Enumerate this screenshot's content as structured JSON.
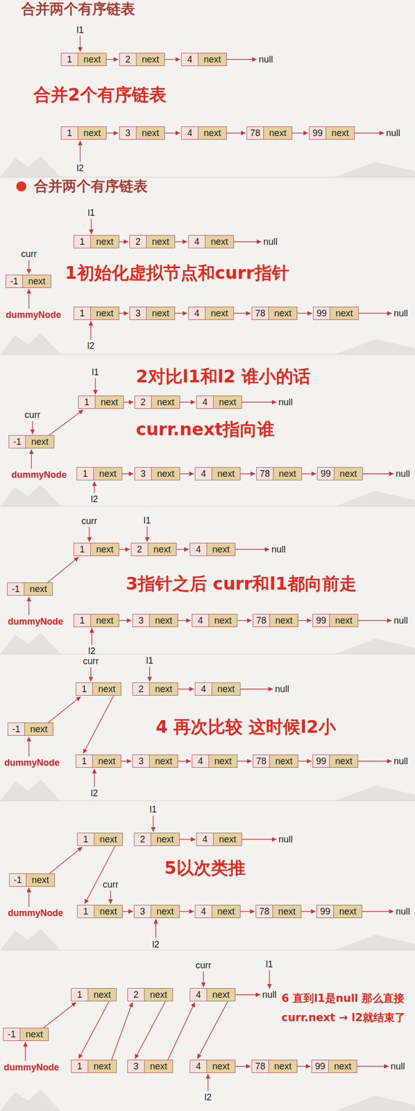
{
  "diagram": {
    "nodes": [
      {
        "text": [
          "1",
          "next"
        ]
      },
      {
        "text": [
          "2",
          "next"
        ]
      },
      {
        "text": [
          "4",
          "next"
        ]
      },
      {
        "text": [
          "1",
          "next"
        ]
      },
      {
        "text": [
          "3",
          "next"
        ]
      },
      {
        "text": [
          "4",
          "next"
        ]
      },
      {
        "text": [
          "78",
          "next"
        ]
      },
      {
        "text": [
          "99",
          "next"
        ]
      },
      {
        "text": [
          "1",
          "next"
        ]
      },
      {
        "text": [
          "2",
          "next"
        ]
      },
      {
        "text": [
          "4",
          "next"
        ]
      },
      {
        "text": [
          "-1",
          "next"
        ]
      },
      {
        "text": [
          "1",
          "next"
        ]
      },
      {
        "text": [
          "3",
          "next"
        ]
      },
      {
        "text": [
          "4",
          "next"
        ]
      },
      {
        "text": [
          "78",
          "next"
        ]
      },
      {
        "text": [
          "99",
          "next"
        ]
      },
      {
        "text": [
          "1",
          "next"
        ]
      },
      {
        "text": [
          "2",
          "next"
        ]
      },
      {
        "text": [
          "4",
          "next"
        ]
      },
      {
        "text": [
          "-1",
          "next"
        ]
      },
      {
        "text": [
          "1",
          "next"
        ]
      },
      {
        "text": [
          "3",
          "next"
        ]
      },
      {
        "text": [
          "4",
          "next"
        ]
      },
      {
        "text": [
          "78",
          "next"
        ]
      },
      {
        "text": [
          "99",
          "next"
        ]
      },
      {
        "text": [
          "1",
          "next"
        ]
      },
      {
        "text": [
          "2",
          "next"
        ]
      },
      {
        "text": [
          "4",
          "next"
        ]
      },
      {
        "text": [
          "-1",
          "next"
        ]
      },
      {
        "text": [
          "1",
          "next"
        ]
      },
      {
        "text": [
          "3",
          "next"
        ]
      },
      {
        "text": [
          "4",
          "next"
        ]
      },
      {
        "text": [
          "78",
          "next"
        ]
      },
      {
        "text": [
          "99",
          "next"
        ]
      },
      {
        "text": [
          "1",
          "next"
        ]
      },
      {
        "text": [
          "2",
          "next"
        ]
      },
      {
        "text": [
          "4",
          "next"
        ]
      },
      {
        "text": [
          "-1",
          "next"
        ]
      },
      {
        "text": [
          "1",
          "next"
        ]
      },
      {
        "text": [
          "3",
          "next"
        ]
      },
      {
        "text": [
          "4",
          "next"
        ]
      },
      {
        "text": [
          "78",
          "next"
        ]
      },
      {
        "text": [
          "99",
          "next"
        ]
      },
      {
        "text": [
          "1",
          "next"
        ]
      },
      {
        "text": [
          "2",
          "next"
        ]
      },
      {
        "text": [
          "4",
          "next"
        ]
      },
      {
        "text": [
          "-1",
          "next"
        ]
      },
      {
        "text": [
          "1",
          "next"
        ]
      },
      {
        "text": [
          "3",
          "next"
        ]
      },
      {
        "text": [
          "4",
          "next"
        ]
      },
      {
        "text": [
          "78",
          "next"
        ]
      },
      {
        "text": [
          "99",
          "next"
        ]
      },
      {
        "text": [
          "1",
          "next"
        ]
      },
      {
        "text": [
          "2",
          "next"
        ]
      },
      {
        "text": [
          "4",
          "next"
        ]
      },
      {
        "text": [
          "-1",
          "next"
        ]
      },
      {
        "text": [
          "1",
          "next"
        ]
      },
      {
        "text": [
          "3",
          "next"
        ]
      },
      {
        "text": [
          "4",
          "next"
        ]
      },
      {
        "text": [
          "78",
          "next"
        ]
      },
      {
        "text": [
          "99",
          "next"
        ]
      }
    ],
    "edges": [
      {
        "from": 0,
        "to": 1,
        "arrow": "to"
      },
      {
        "from": 1,
        "to": 2,
        "arrow": "to"
      },
      {
        "from": 3,
        "to": 4,
        "arrow": "to"
      },
      {
        "from": 4,
        "to": 5,
        "arrow": "to"
      },
      {
        "from": 5,
        "to": 6,
        "arrow": "to"
      },
      {
        "from": 6,
        "to": 7,
        "arrow": "to"
      },
      {
        "from": 8,
        "to": 9,
        "arrow": "to"
      },
      {
        "from": 9,
        "to": 10,
        "arrow": "to"
      },
      {
        "from": 12,
        "to": 13,
        "arrow": "to"
      },
      {
        "from": 13,
        "to": 14,
        "arrow": "to"
      },
      {
        "from": 14,
        "to": 15,
        "arrow": "to"
      },
      {
        "from": 15,
        "to": 16,
        "arrow": "to"
      },
      {
        "from": 20,
        "to": 17,
        "arrow": "to"
      },
      {
        "from": 17,
        "to": 18,
        "arrow": "to"
      },
      {
        "from": 18,
        "to": 19,
        "arrow": "to"
      },
      {
        "from": 21,
        "to": 22,
        "arrow": "to"
      },
      {
        "from": 22,
        "to": 23,
        "arrow": "to"
      },
      {
        "from": 23,
        "to": 24,
        "arrow": "to"
      },
      {
        "from": 24,
        "to": 25,
        "arrow": "to"
      },
      {
        "from": 29,
        "to": 26,
        "arrow": "to"
      },
      {
        "from": 26,
        "to": 27,
        "arrow": "to"
      },
      {
        "from": 27,
        "to": 28,
        "arrow": "to"
      },
      {
        "from": 30,
        "to": 31,
        "arrow": "to"
      },
      {
        "from": 31,
        "to": 32,
        "arrow": "to"
      },
      {
        "from": 32,
        "to": 33,
        "arrow": "to"
      },
      {
        "from": 33,
        "to": 34,
        "arrow": "to"
      },
      {
        "from": 38,
        "to": 35,
        "arrow": "to"
      },
      {
        "from": 35,
        "to": 39,
        "arrow": "to"
      },
      {
        "from": 36,
        "to": 37,
        "arrow": "to"
      },
      {
        "from": 39,
        "to": 40,
        "arrow": "to"
      },
      {
        "from": 40,
        "to": 41,
        "arrow": "to"
      },
      {
        "from": 41,
        "to": 42,
        "arrow": "to"
      },
      {
        "from": 42,
        "to": 43,
        "arrow": "to"
      },
      {
        "from": 47,
        "to": 44,
        "arrow": "to"
      },
      {
        "from": 44,
        "to": 48,
        "arrow": "to"
      },
      {
        "from": 45,
        "to": 46,
        "arrow": "to"
      },
      {
        "from": 48,
        "to": 49,
        "arrow": "to"
      },
      {
        "from": 49,
        "to": 50,
        "arrow": "to"
      },
      {
        "from": 50,
        "to": 51,
        "arrow": "to"
      },
      {
        "from": 51,
        "to": 52,
        "arrow": "to"
      },
      {
        "from": 56,
        "to": 53,
        "arrow": "to"
      },
      {
        "from": 53,
        "to": 57,
        "arrow": "to"
      },
      {
        "from": 57,
        "to": 54,
        "arrow": "to"
      },
      {
        "from": 54,
        "to": 58,
        "arrow": "to"
      },
      {
        "from": 58,
        "to": 55,
        "arrow": "to"
      },
      {
        "from": 55,
        "to": 59,
        "arrow": "to"
      },
      {
        "from": 59,
        "to": 60,
        "arrow": "to"
      },
      {
        "from": 60,
        "to": 61,
        "arrow": "to"
      }
    ],
    "labels": [
      "合并两个有序链表",
      "l1",
      "null",
      "合并2个有序链表",
      "null",
      "l2",
      "合并两个有序链表",
      "l1",
      "null",
      "curr",
      "1初始化虚拟节点和curr指针",
      "dummyNode",
      "null",
      "l2",
      "l1",
      "2对比l1和l2 谁小的话",
      "null",
      "curr",
      "curr.next指向谁",
      "dummyNode",
      "null",
      "l2",
      "curr",
      "l1",
      "null",
      "3指针之后 curr和l1都向前走",
      "dummyNode",
      "null",
      "l2",
      "curr",
      "l1",
      "null",
      "4 再次比较 这时候l2小",
      "dummyNode",
      "null",
      "l2",
      "l1",
      "null",
      "5以次类推",
      "curr",
      "dummyNode",
      "null",
      "l2",
      "curr",
      "l1",
      "null",
      "6 直到l1是null 那么直接 curr.next → l2就结束了",
      "dummyNode",
      "null",
      "l2"
    ]
  }
}
